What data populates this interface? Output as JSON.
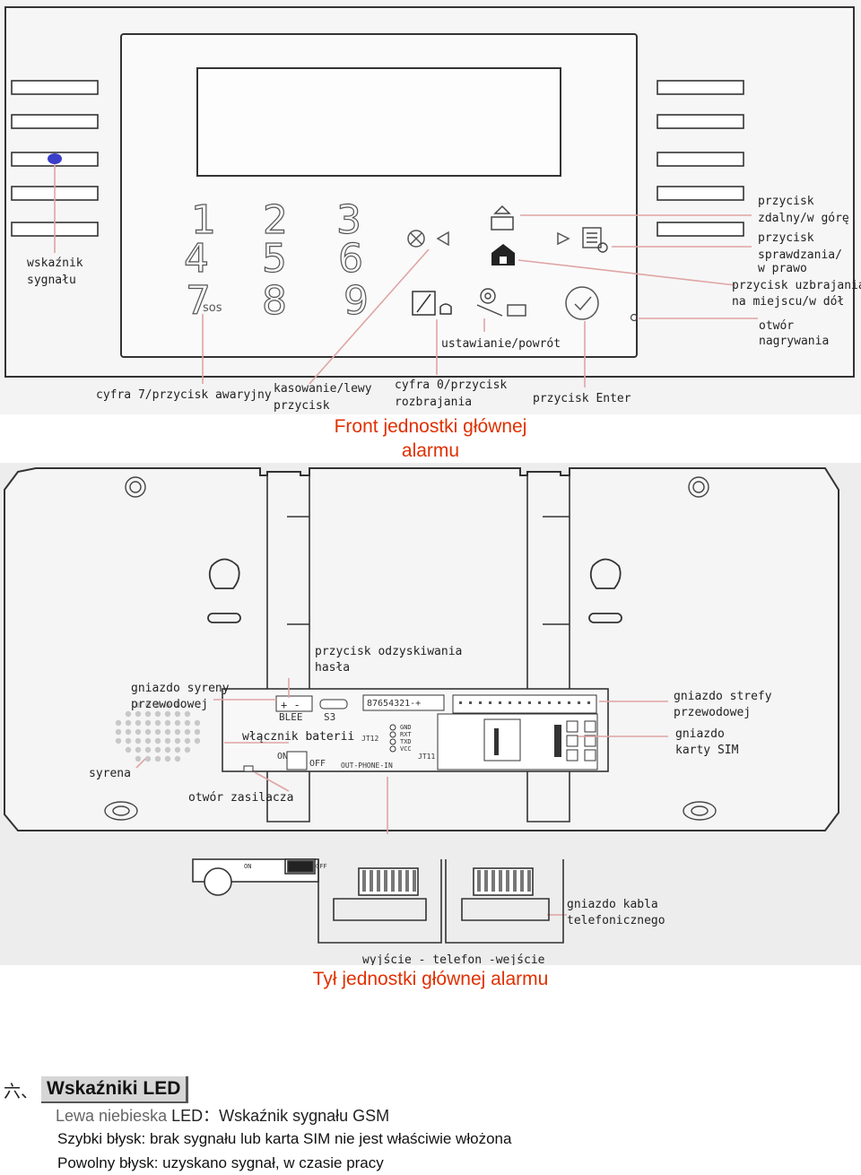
{
  "front": {
    "labels": {
      "signal_indicator": [
        "wskaźnik",
        "sygnału"
      ],
      "digit7_sos": "cyfra 7/przycisk awaryjny",
      "delete_left": [
        "kasowanie/lewy",
        "przycisk"
      ],
      "digit0_disarm": [
        "cyfra 0/przycisk",
        "rozbrajania"
      ],
      "settings_back": "ustawianie/powrót",
      "enter_button": "przycisk Enter",
      "remote_up": [
        "przycisk",
        "zdalny/w górę"
      ],
      "check_right": [
        "przycisk",
        "sprawdzania/",
        "w prawo"
      ],
      "stay_arm_down": [
        "przycisk uzbrajania",
        "na miejscu/w dół"
      ],
      "record_hole": [
        "otwór",
        "nagrywania"
      ]
    },
    "keypad": {
      "digits": [
        "1",
        "2",
        "3",
        "4",
        "5",
        "6",
        "7",
        "8",
        "9"
      ],
      "sos": "sos"
    }
  },
  "front_caption": [
    "Front jednostki głównej",
    "alarmu"
  ],
  "back": {
    "labels": {
      "password_recovery": [
        "przycisk odzyskiwania",
        "hasła"
      ],
      "wired_siren_socket": [
        "gniazdo syreny",
        "przewodowej"
      ],
      "battery_switch": "włącznik baterii",
      "siren": "syrena",
      "power_hole": "otwór zasilacza",
      "wired_zone_socket": [
        "gniazdo strefy",
        "przewodowej"
      ],
      "sim_socket": [
        "gniazdo",
        "karty SIM"
      ],
      "phone_cable_socket": [
        "gniazdo kabla",
        "telefonicznego"
      ],
      "output_phone_input": "wyjście - telefon -wejście"
    },
    "board": {
      "code": "87654321-+",
      "s3": "S3",
      "blee": "BLEE",
      "jt12": "JT12",
      "jt11": "JT11",
      "pins": [
        "GND",
        "RXT",
        "TXD",
        "VCC"
      ],
      "on": "ON",
      "off": "OFF",
      "out_phone_in": "OUT-PHONE-IN"
    }
  },
  "back_caption": "Tył jednostki głównej alarmu",
  "section": {
    "number": "六、",
    "title": "Wskaźniki LED",
    "led_label_grey": "Lewa niebieska",
    "led_label": "LED：Wskaźnik sygnału GSM",
    "fast_blink": "Szybki błysk: brak sygnału lub karta SIM nie jest właściwie włożona",
    "slow_blink": "Powolny błysk: uzyskano sygnał, w czasie pracy"
  },
  "colors": {
    "caption": "#e03000",
    "led": "#3a3ec8",
    "line": "#e0a4a4"
  }
}
